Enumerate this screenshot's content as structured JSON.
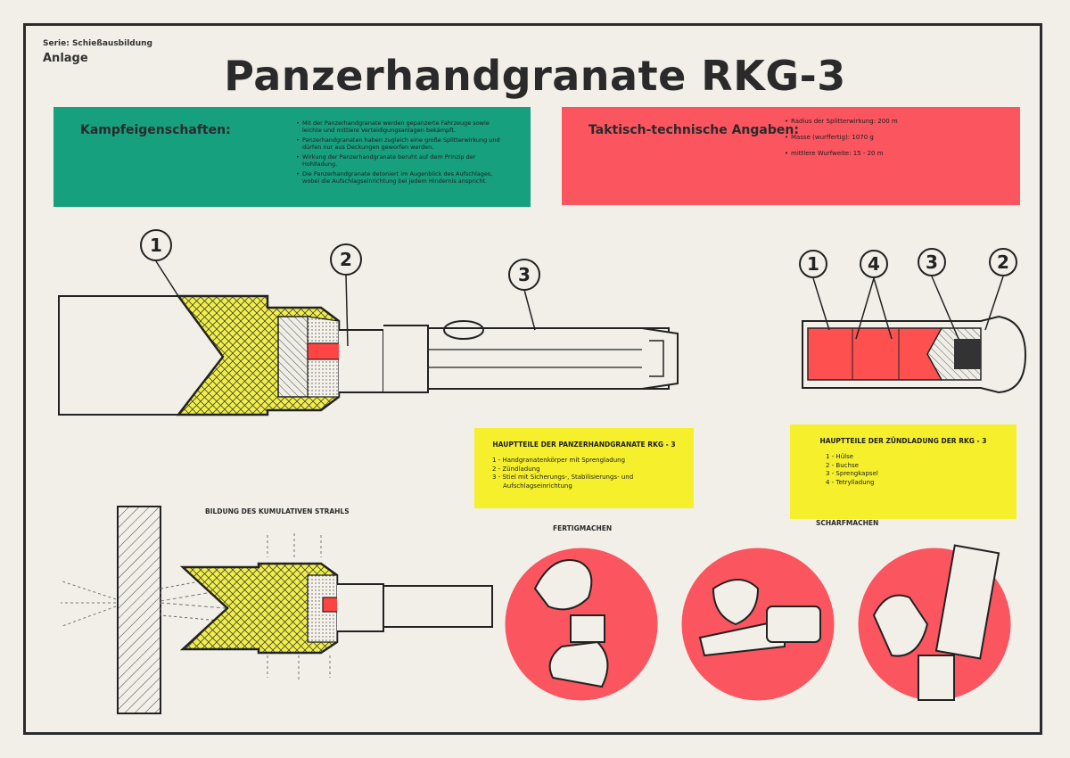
{
  "header": {
    "series": "Serie: Schießausbildung",
    "label": "Anlage",
    "title": "Panzerhandgranate RKG-3"
  },
  "combat_properties": {
    "heading": "Kampfeigenschaften:",
    "items": [
      "Mit der Panzerhandgranate werden gepanzerte Fahrzeuge sowie leichte und mittlere Verteidigungsanlagen bekämpft.",
      "Panzerhandgranaten haben zugleich eine große Splitterwirkung und dürfen nur aus Deckungen geworfen werden.",
      "Wirkung der Panzerhandgranate beruht auf dem Prinzip der Hohlladung.",
      "Die Panzerhandgranate detoniert im Augenblick des Aufschlages, wobei die Aufschlagseinrichtung bei jedem Hindernis anspricht."
    ]
  },
  "tactical_data": {
    "heading": "Taktisch-technische Angaben:",
    "items": [
      "Radius der Splitterwirkung: 200 m",
      "Masse (wurffertig): 1070 g",
      "mittlere Wurfweite: 15 - 20 m"
    ]
  },
  "grenade_diagram": {
    "labels": [
      "1",
      "2",
      "3"
    ]
  },
  "fuze_diagram": {
    "labels": [
      "1",
      "4",
      "3",
      "2"
    ]
  },
  "main_parts": {
    "heading": "HAUPTTEILE DER PANZERHANDGRANATE RKG - 3",
    "items": [
      "1 - Handgranatenkörper mit Sprengladung",
      "2 - Zündladung",
      "3 - Stiel mit Sicherungs-, Stabilisierungs- und",
      "Aufschlagseinrichtung"
    ]
  },
  "fuze_parts": {
    "heading": "HAUPTTEILE DER ZÜNDLADUNG DER RKG - 3",
    "items": [
      "1 - Hülse",
      "2 - Buchse",
      "3 - Sprengkapsel",
      "4 - Tetrylladung"
    ]
  },
  "captions": {
    "jet": "BILDUNG DES KUMULATIVEN STRAHLS",
    "prepare": "FERTIGMACHEN",
    "arm": "SCHARFMACHEN"
  },
  "colors": {
    "green": "#16a07e",
    "red": "#fb5560",
    "yellow": "#f6f02c",
    "ink": "#222222"
  }
}
